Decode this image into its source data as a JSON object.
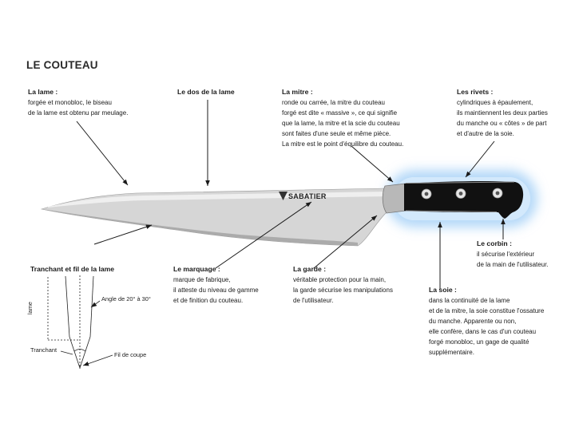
{
  "title": "LE COUTEAU",
  "brand": "SABATIER",
  "labels": {
    "lame": {
      "heading": "La lame :",
      "lines": [
        "forgée et monobloc, le biseau",
        "de la lame est obtenu par meulage."
      ]
    },
    "dos": {
      "heading": "Le dos de la lame"
    },
    "mitre": {
      "heading": "La mitre :",
      "lines": [
        "ronde ou carrée, la mitre du couteau",
        "forgé est dite « massive », ce qui signifie",
        "que la lame, la mitre et la scie du couteau",
        "sont faites d'une seule et même pièce.",
        "La mitre est le point d'équilibre du couteau."
      ]
    },
    "rivets": {
      "heading": "Les rivets :",
      "lines": [
        "cylindriques à épaulement,",
        "ils maintiennent les deux parties",
        "du manche ou « côtes » de part",
        "et d'autre de la soie."
      ]
    },
    "corbin": {
      "heading": "Le corbin :",
      "lines": [
        "il sécurise l'extérieur",
        "de la main de l'utilisateur."
      ]
    },
    "soie": {
      "heading": "La soie :",
      "lines": [
        "dans la continuité de la lame",
        "et de la mitre, la soie constitue l'ossature",
        "du manche. Apparente ou non,",
        "elle confère, dans le cas d'un couteau",
        "forgé monobloc, un gage de qualité",
        "supplémentaire."
      ]
    },
    "garde": {
      "heading": "La garde :",
      "lines": [
        "véritable protection pour la main,",
        "la garde sécurise les manipulations",
        "de l'utilisateur."
      ]
    },
    "marquage": {
      "heading": "Le marquage :",
      "lines": [
        "marque de fabrique,",
        "il atteste du niveau de gamme",
        "et de finition du couteau."
      ]
    },
    "tranchant": {
      "heading": "Tranchant et fil de la lame"
    }
  },
  "mini_diagram": {
    "axis_label": "lame",
    "angle": "Angle de 20° à 30°",
    "tranchant": "Tranchant",
    "fil": "Fil de coupe"
  },
  "colors": {
    "text": "#1a1a1a",
    "blade": "#d6d6d6",
    "handle": "#111111",
    "glow": "#8cc3f5"
  }
}
